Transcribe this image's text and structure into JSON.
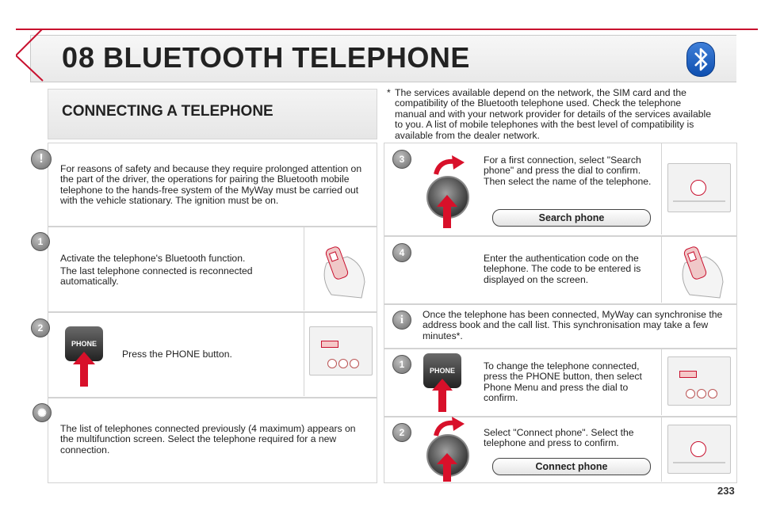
{
  "header": {
    "chapter": "08",
    "title": "BLUETOOTH TELEPHONE",
    "icon": "bluetooth-icon"
  },
  "section": {
    "title": "CONNECTING A TELEPHONE"
  },
  "footnote": "The services available depend on the network, the SIM card and the compatibility of the Bluetooth telephone used. Check the telephone manual and with your network provider for details of the services available to you. A list of mobile telephones with the best level of compatibility is available from the dealer network.",
  "footnote_marker": "*",
  "warning": {
    "text": "For reasons of safety and because they require prolonged attention on the part of the driver, the operations for pairing the Bluetooth mobile telephone to the hands-free system of the MyWay must be carried out with the vehicle stationary. The ignition must be on."
  },
  "left_steps": [
    {
      "number": "1",
      "text1": "Activate the telephone's Bluetooth function.",
      "text2": "The last telephone connected is reconnected automatically."
    },
    {
      "number": "2",
      "text1": "Press the PHONE button.",
      "button_label": "PHONE"
    }
  ],
  "tip": {
    "text": "The list of telephones connected previously (4 maximum) appears on the multifunction screen. Select the telephone required for a new connection."
  },
  "right_steps": [
    {
      "number": "3",
      "text": "For a first connection, select \"Search phone\" and press the dial to confirm. Then select the name of the telephone.",
      "button": "Search phone"
    },
    {
      "number": "4",
      "text": "Enter the authentication code on the telephone. The code to be entered is displayed on the screen."
    }
  ],
  "info": {
    "text": "Once the telephone has been connected, MyWay can synchronise the address book and the call list. This synchronisation may take a few minutes*."
  },
  "change_steps": [
    {
      "number": "1",
      "text": "To change the telephone connected, press the PHONE button, then select Phone Menu and press the dial to confirm.",
      "button_label": "PHONE"
    },
    {
      "number": "2",
      "text": "Select \"Connect phone\". Select the telephone and press to confirm.",
      "button": "Connect phone"
    }
  ],
  "page_number": "233",
  "colors": {
    "accent_red": "#c8102e",
    "bluetooth_blue": "#1a5fc4",
    "arrow_red": "#d8102a"
  }
}
